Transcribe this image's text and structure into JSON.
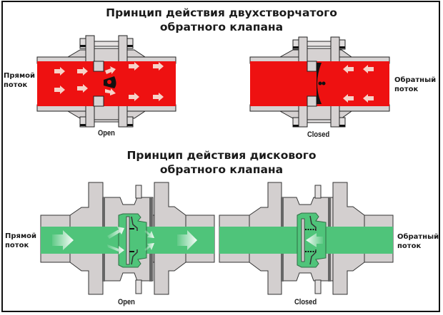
{
  "top_section": {
    "title_line1": "Принцип действия двухстворчатого",
    "title_line2": "обратного клапана",
    "left": {
      "flow_label_line1": "Прямой",
      "flow_label_line2": "поток",
      "state": "Open"
    },
    "right": {
      "flow_label_line1": "Обратный",
      "flow_label_line2": "поток",
      "state": "Closed"
    },
    "colors": {
      "flow": "#ee1111",
      "body": "#d6d2d2",
      "outline": "#222222",
      "arrow": "#f7d7cf"
    }
  },
  "bottom_section": {
    "title_line1": "Принцип действия дискового",
    "title_line2": "обратного клапана",
    "left": {
      "flow_label_line1": "Прямой",
      "flow_label_line2": "поток",
      "state": "Open"
    },
    "right": {
      "flow_label_line1": "Обратный",
      "flow_label_line2": "поток",
      "state": "Closed"
    },
    "colors": {
      "flow": "#4fc47a",
      "body": "#d3cfcf",
      "outline": "#333333",
      "arrow": "#e6f7ea"
    }
  }
}
